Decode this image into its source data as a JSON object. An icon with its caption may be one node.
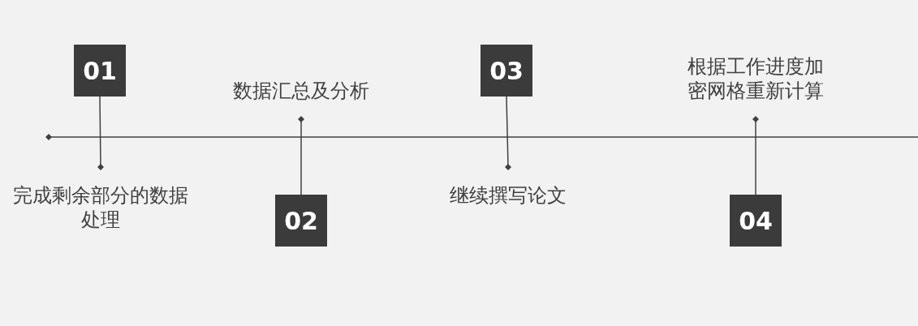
{
  "diagram": {
    "nodes": [
      {
        "text": [
          "01"
        ]
      },
      {
        "text": [
          "完成剩余部分的数据处理"
        ]
      },
      {
        "text": [
          "数据汇总及分析"
        ]
      },
      {
        "text": [
          "02"
        ]
      },
      {
        "text": [
          "03"
        ]
      },
      {
        "text": [
          "继续撰写论文"
        ]
      },
      {
        "text": [
          "根据工作进度加密网格重新计算"
        ]
      },
      {
        "text": [
          "04"
        ]
      }
    ],
    "edges": [
      {
        "from": 0,
        "to": 1,
        "arrow": "other"
      },
      {
        "from": 3,
        "to": 2,
        "arrow": "other"
      },
      {
        "from": 4,
        "to": 5,
        "arrow": "other"
      },
      {
        "from": 7,
        "to": 6,
        "arrow": "other"
      }
    ]
  }
}
